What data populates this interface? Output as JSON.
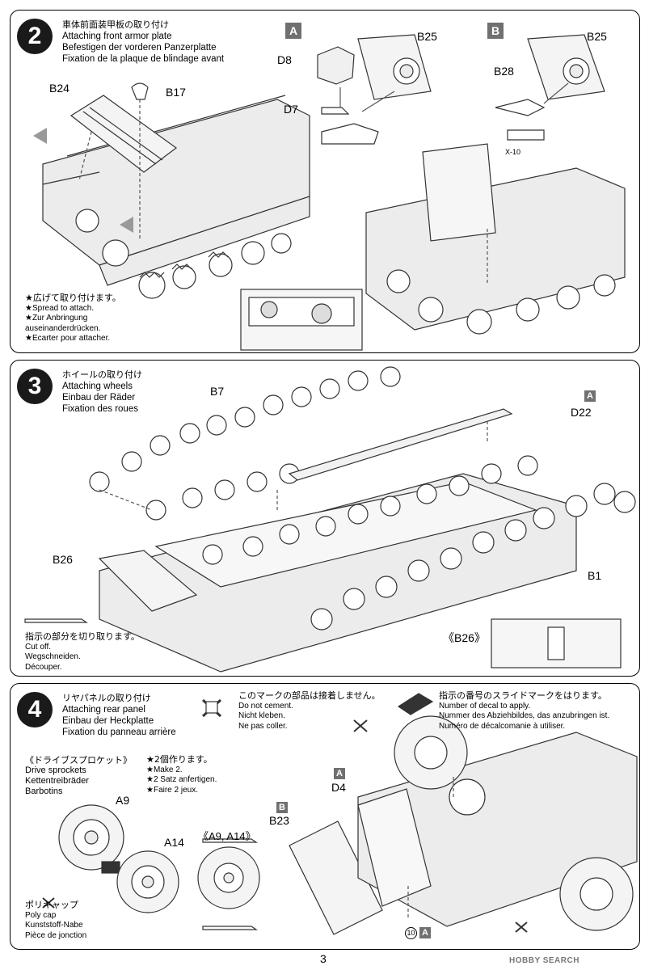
{
  "page_number": "3",
  "watermark": "HOBBY SEARCH",
  "step2": {
    "number": "2",
    "title_jp": "車体前面装甲板の取り付け",
    "title_en": "Attaching front armor plate",
    "title_de": "Befestigen der vorderen Panzerplatte",
    "title_fr": "Fixation de la plaque de blindage avant",
    "parts": {
      "b24": "B24",
      "b17": "B17",
      "d8": "D8",
      "d7": "D7",
      "b25a": "B25",
      "b25b": "B25",
      "b28": "B28",
      "x10": "X-10"
    },
    "box_a": "A",
    "box_b": "B",
    "note": [
      "★広げて取り付けます。",
      "★Spread to attach.",
      "★Zur Anbringung",
      "auseinanderdrücken.",
      "★Ecarter pour attacher."
    ]
  },
  "step3": {
    "number": "3",
    "title_jp": "ホイールの取り付け",
    "title_en": "Attaching wheels",
    "title_de": "Einbau der Räder",
    "title_fr": "Fixation des roues",
    "parts": {
      "b7": "B7",
      "d22": "D22",
      "b26": "B26",
      "b1": "B1",
      "b26_detail": "《B26》"
    },
    "box_a": "A",
    "cut_note": [
      "指示の部分を切り取ります。",
      "Cut off.",
      "Wegschneiden.",
      "Découper."
    ]
  },
  "step4": {
    "number": "4",
    "title_jp": "リヤパネルの取り付け",
    "title_en": "Attaching rear panel",
    "title_de": "Einbau der Heckplatte",
    "title_fr": "Fixation du panneau arrière",
    "no_cement": [
      "このマークの部品は接着しません。",
      "Do not cement.",
      "Nicht kleben.",
      "Ne pas coller."
    ],
    "decal_note": [
      "指示の番号のスライドマークをはります。",
      "Number of decal to apply.",
      "Nummer des Abziehbildes, das anzubringen ist.",
      "Numéro de décalcomanie à utiliser."
    ],
    "sprocket_title": [
      "《ドライブスプロケット》",
      "Drive sprockets",
      "Kettentreibräder",
      "Barbotins"
    ],
    "make2": [
      "★2個作ります。",
      "★Make 2.",
      "★2 Satz anfertigen.",
      "★Faire 2 jeux."
    ],
    "poly_cap": [
      "ポリキャップ",
      "Poly cap",
      "Kunststoff-Nabe",
      "Pièce de jonction"
    ],
    "parts": {
      "a9": "A9",
      "a14": "A14",
      "a9a14": "《A9, A14》",
      "d4": "D4",
      "b23": "B23",
      "decal10": "10"
    },
    "box_a": "A",
    "box_b": "B",
    "box_a2": "A"
  },
  "colors": {
    "panel_border": "#000000",
    "step_badge": "#1a1a1a",
    "part_box": "#707070",
    "line_art": "#333333",
    "fill": "#e9e9e9"
  }
}
